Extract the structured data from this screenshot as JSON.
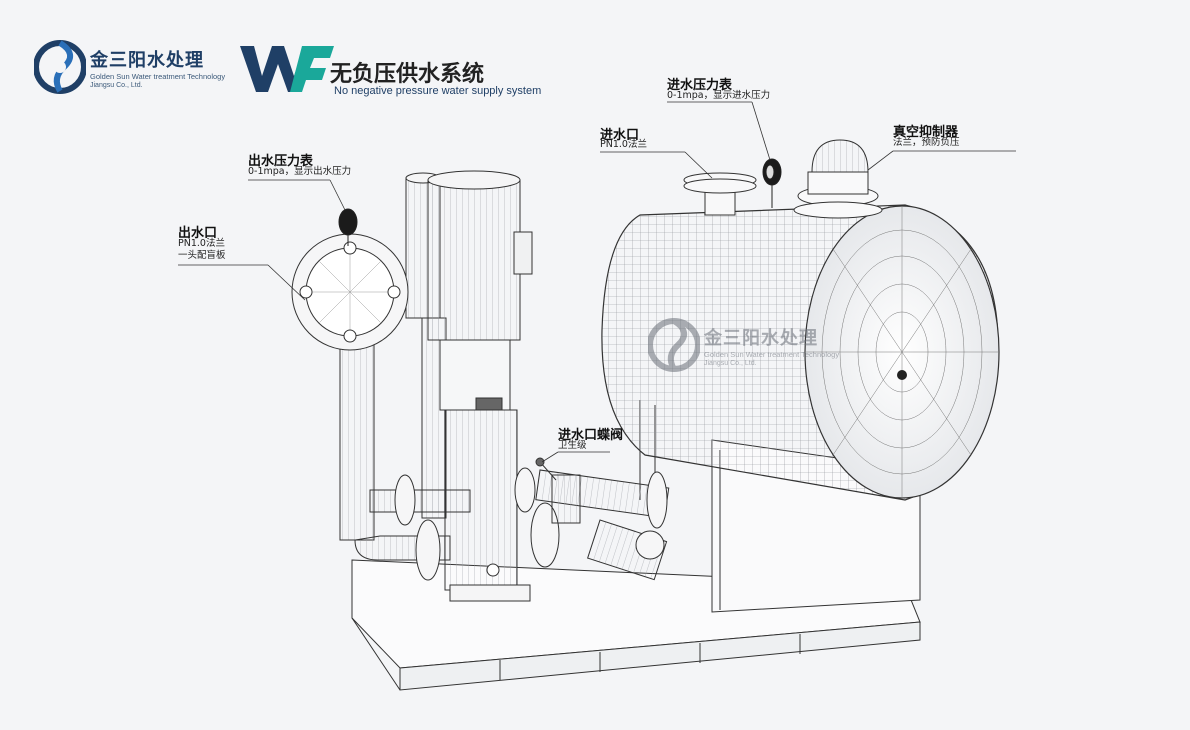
{
  "brand": {
    "name_cn": "金三阳水处理",
    "name_en_line1": "Golden Sun Water treatment Technology",
    "name_en_line2": "Jiangsu Co., Ltd.",
    "logo_colors": [
      "#1f3f66",
      "#2a6fb8"
    ]
  },
  "product": {
    "mark": "WF",
    "mark_colors": [
      "#1f3f66",
      "#1aa89a"
    ],
    "title_cn": "无负压供水系统",
    "title_en": "No negative pressure water supply system"
  },
  "callouts": {
    "outlet": {
      "title": "出水口",
      "line1": "PN1.0法兰",
      "line2": "一头配盲板"
    },
    "outlet_gauge": {
      "title": "出水压力表",
      "line1": "0-1mpa，显示出水压力"
    },
    "inlet_gauge": {
      "title": "进水压力表",
      "line1": "0-1mpa，显示进水压力"
    },
    "inlet": {
      "title": "进水口",
      "line1": "PN1.0法兰"
    },
    "vacuum_suppressor": {
      "title": "真空抑制器",
      "line1": "法兰，预防负压"
    },
    "inlet_valve": {
      "title": "进水口蝶阀",
      "line1": "卫生级"
    }
  },
  "watermark": {
    "name_cn": "金三阳水处理",
    "name_en_line1": "Golden Sun Water treatment Technology",
    "name_en_line2": "Jiangsu Co., Ltd."
  }
}
